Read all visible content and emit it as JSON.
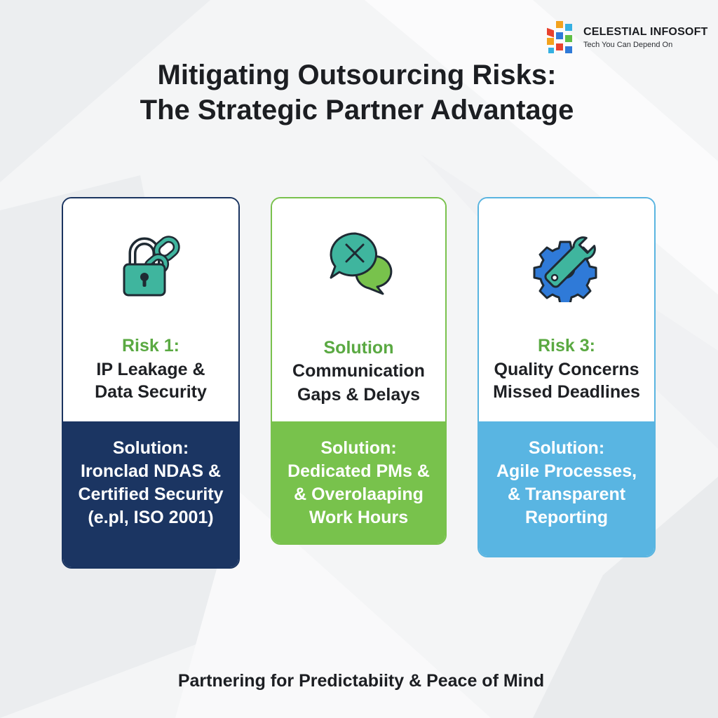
{
  "logo": {
    "name": "CELESTIAL INFOSOFT",
    "tagline": "Tech You Can Depend On",
    "colors": [
      "#e8412e",
      "#f3a21d",
      "#2f7ad8",
      "#35b0e2",
      "#5fbf45"
    ]
  },
  "title": {
    "line1": "Mitigating Outsourcing Risks:",
    "line2": "The Strategic Partner Advantage"
  },
  "cards": [
    {
      "icon": "lock-with-chain-link-icon",
      "accent": "#1b3562",
      "risk_heading": "Risk 1:",
      "risk_lines": [
        "IP Leakage &",
        "Data Security"
      ],
      "solution_lines": [
        "Solution:",
        "Ironclad NDAS &",
        "Certified Security",
        "(e.pl, ISO 2001)"
      ]
    },
    {
      "icon": "chat-bubbles-with-x-icon",
      "accent": "#78c24c",
      "risk_heading": "Solution",
      "risk_lines": [
        "Communication",
        "Gaps & Delays"
      ],
      "solution_lines": [
        "Solution:",
        "Dedicated PMs &",
        "& Overolaaping",
        "Work Hours"
      ]
    },
    {
      "icon": "gear-and-wrench-icon",
      "accent": "#59b5e2",
      "risk_heading": "Risk 3:",
      "risk_lines": [
        "Quality Concerns",
        "Missed Deadlines"
      ],
      "solution_lines": [
        "Solution:",
        "Agile Processes,",
        "& Transparent",
        "Reporting"
      ]
    }
  ],
  "footer": "Partnering for Predictabiity & Peace of Mind"
}
